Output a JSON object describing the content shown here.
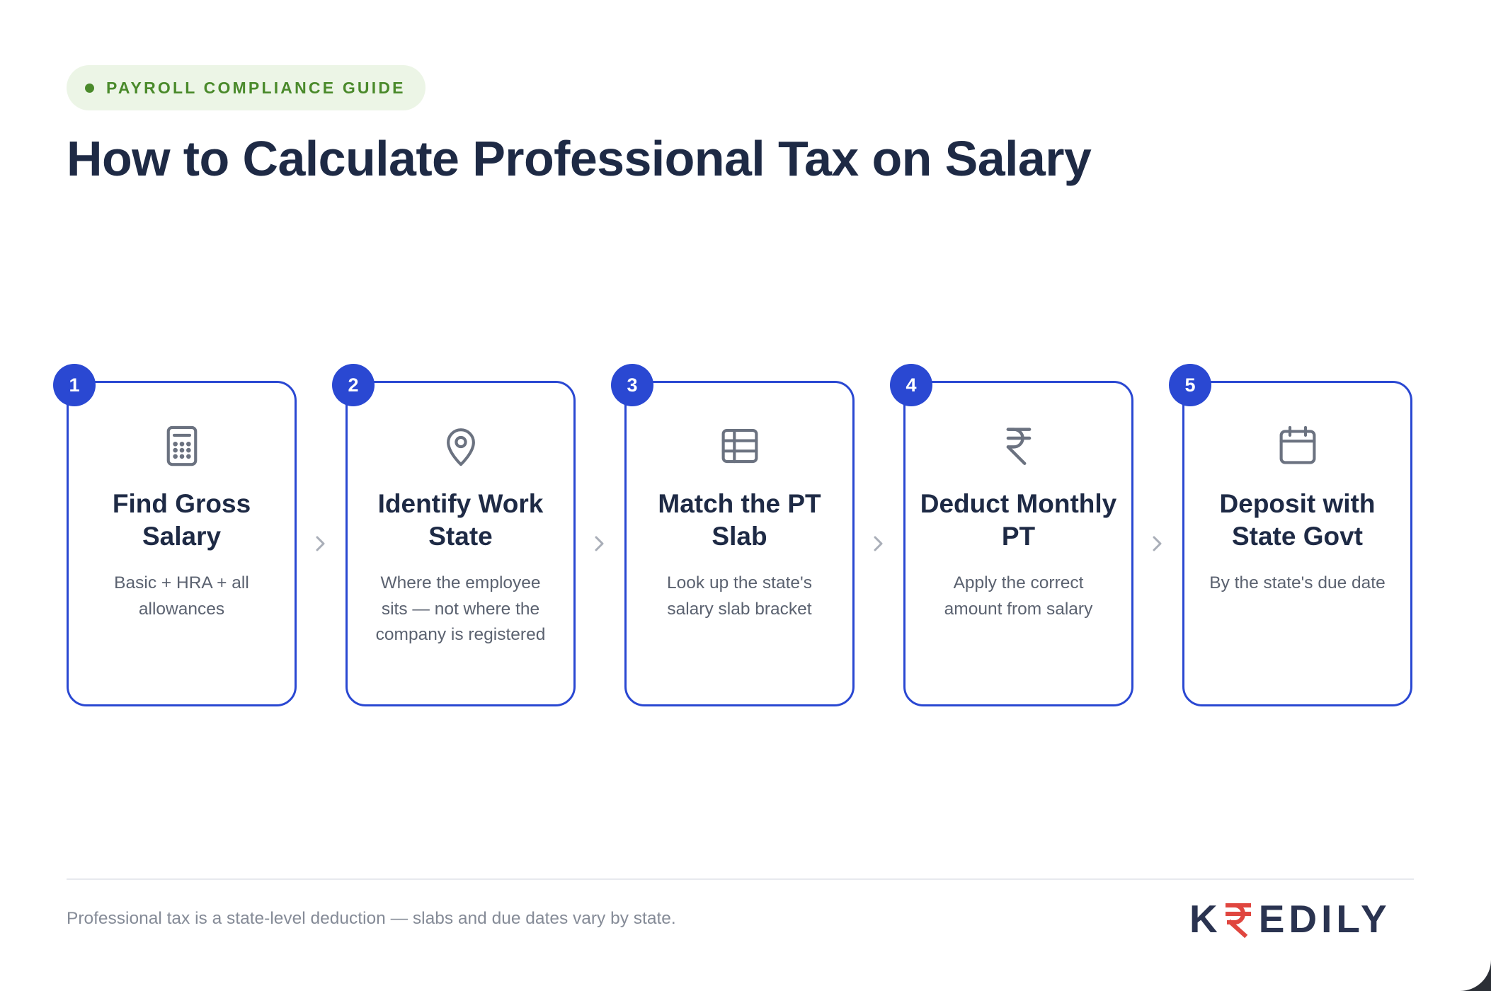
{
  "header": {
    "eyebrow": "PAYROLL COMPLIANCE GUIDE",
    "title": "How to Calculate Professional Tax on Salary"
  },
  "steps": [
    {
      "number": "1",
      "icon": "calculator-icon",
      "title": "Find Gross Salary",
      "description": "Basic + HRA + all allowances"
    },
    {
      "number": "2",
      "icon": "map-pin-icon",
      "title": "Identify Work State",
      "description": "Where the employee sits — not where the company is registered"
    },
    {
      "number": "3",
      "icon": "table-icon",
      "title": "Match the PT Slab",
      "description": "Look up the state's salary slab bracket"
    },
    {
      "number": "4",
      "icon": "rupee-icon",
      "title": "Deduct Monthly PT",
      "description": "Apply the correct amount from salary"
    },
    {
      "number": "5",
      "icon": "calendar-icon",
      "title": "Deposit with State Govt",
      "description": "By the state's due date"
    }
  ],
  "footer": {
    "note": "Professional tax is a state-level deduction — slabs and due dates vary by state.",
    "logo": "KREDILY"
  },
  "colors": {
    "primary": "#2a48d2",
    "heading": "#1e2a45",
    "body_text": "#5b6270",
    "eyebrow_text": "#4a8a2b",
    "eyebrow_bg": "#ecf5e6",
    "logo_accent": "#e0463f",
    "icon_gray": "#6b7280",
    "arrow_gray": "#a9aeb8"
  }
}
